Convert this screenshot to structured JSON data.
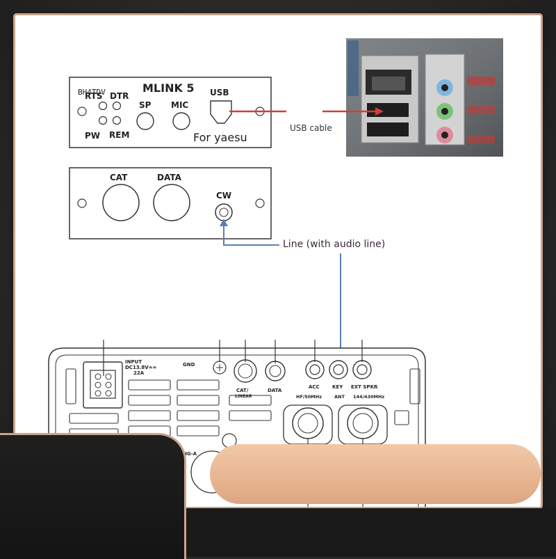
{
  "mlink_box": {
    "title": "MLINK 5",
    "subtitle": "For yaesu",
    "maker": "BH4TDV",
    "port_rts": "RTS",
    "port_dtr": "DTR",
    "port_pw": "PW",
    "port_rem": "REM",
    "port_sp": "SP",
    "port_mic": "MIC",
    "port_usb": "USB"
  },
  "rear_box": {
    "port_cat": "CAT",
    "port_data": "DATA",
    "port_cw": "CW"
  },
  "connections": {
    "usb_label": "USB cable",
    "line_label": "Line (with audio line)"
  },
  "radio_panel": {
    "input_label": "INPUT",
    "input_spec_1": "DC13.8V==",
    "input_spec_2": "22A",
    "gnd_label": "GND",
    "cat_label": "CAT/",
    "linear_label": "LINEAR",
    "data_label": "DATA",
    "acc_label": "ACC",
    "key_label": "KEY",
    "ext_spkr_label": "EXT SPKR",
    "ant_hf_label": "HF/50MHz",
    "ant_label": "ANT",
    "ant_vhf_label": "144/430MHz",
    "chg_label": "CHG-A"
  },
  "colors": {
    "usb_line": "#d63a3a",
    "line_audio": "#5b7fb8",
    "pill": "#e7b591",
    "frame_accent": "#c9a48a"
  }
}
